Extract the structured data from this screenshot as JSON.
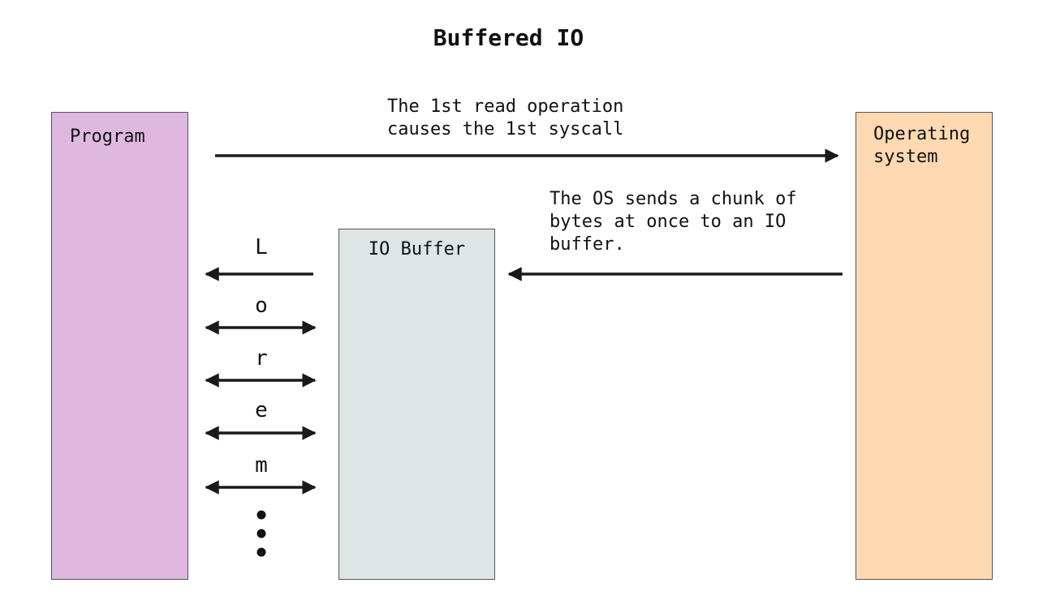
{
  "title": "Buffered IO",
  "program": {
    "label": "Program",
    "color": "#dfb8df"
  },
  "io_buffer": {
    "label": "IO Buffer",
    "color": "#dde5e5"
  },
  "operating_system": {
    "label": "Operating\nsystem",
    "color": "#fed9b2"
  },
  "notes": {
    "first_syscall": "The 1st read operation\ncauses the 1st syscall",
    "chunk_to_buffer": "The OS sends a chunk of\nbytes at once to an IO\nbuffer."
  },
  "characters": [
    "L",
    "o",
    "r",
    "e",
    "m"
  ],
  "arrow_color": "#1a1a1a"
}
